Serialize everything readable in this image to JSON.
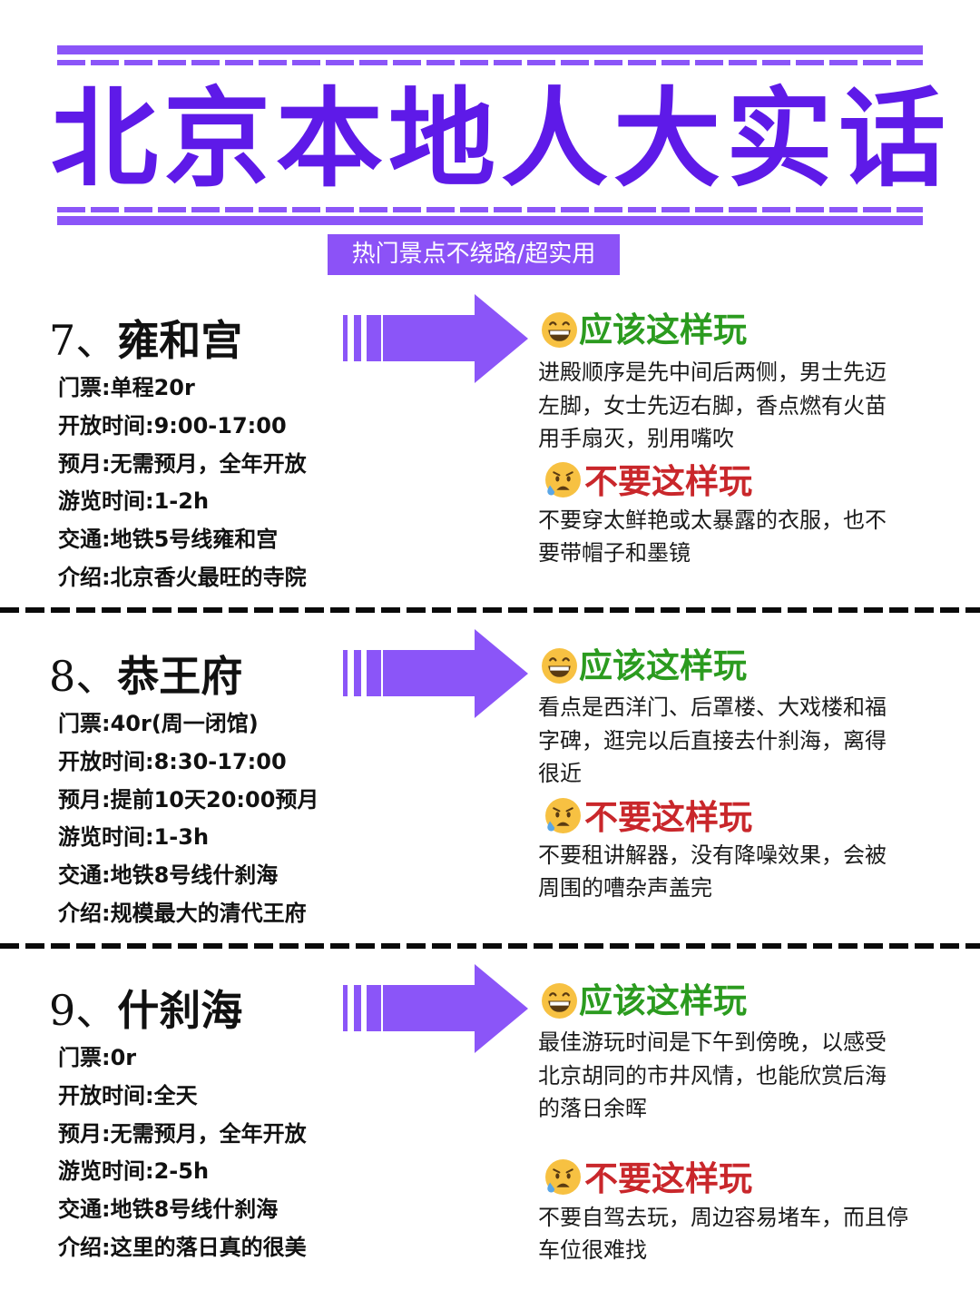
{
  "header": {
    "title": "北京本地人大实话",
    "subtitle": "热门景点不绕路/超实用"
  },
  "colors": {
    "accent_purple": "#8b55f8",
    "title_purple": "#5e1ae8",
    "good_green": "#2b9b1f",
    "bad_red": "#c9272b",
    "divider_black": "#0a0a0a"
  },
  "labels": {
    "good_heading": "应该这样玩",
    "bad_heading": "不要这样玩",
    "good_icon": "grinning-face-icon",
    "bad_icon": "sad-sweat-face-icon"
  },
  "sections": [
    {
      "number": "7、",
      "name": "雍和宫",
      "info": [
        "门票:单程20r",
        "开放时间:9:00-17:00",
        "预月:无需预月，全年开放",
        "游览时间:1-2h",
        "交通:地铁5号线雍和宫",
        "介绍:北京香火最旺的寺院"
      ],
      "good_lines": [
        "进殿顺序是先中间后两侧，男士先迈",
        "左脚，女士先迈右脚，香点燃有火苗",
        "用手扇灭，别用嘴吹"
      ],
      "bad_lines": [
        "不要穿太鲜艳或太暴露的衣服，也不",
        "要带帽子和墨镜"
      ]
    },
    {
      "number": "8、",
      "name": "恭王府",
      "info": [
        "门票:40r(周一闭馆)",
        "开放时间:8:30-17:00",
        "预月:提前10天20:00预月",
        "游览时间:1-3h",
        "交通:地铁8号线什刹海",
        "介绍:规模最大的清代王府"
      ],
      "good_lines": [
        "看点是西洋门、后罩楼、大戏楼和福",
        "字碑，逛完以后直接去什刹海，离得",
        "很近"
      ],
      "bad_lines": [
        "不要租讲解器，没有降噪效果，会被",
        "周围的嘈杂声盖完"
      ]
    },
    {
      "number": "9、",
      "name": "什刹海",
      "info": [
        "门票:0r",
        "开放时间:全天",
        "预月:无需预月，全年开放",
        "游览时间:2-5h",
        "交通:地铁8号线什刹海",
        "介绍:这里的落日真的很美"
      ],
      "good_lines": [
        "最佳游玩时间是下午到傍晚，以感受",
        "北京胡同的市井风情，也能欣赏后海",
        "的落日余晖"
      ],
      "bad_lines": [
        "不要自驾去玩，周边容易堵车，而且停",
        "车位很难找"
      ]
    }
  ]
}
